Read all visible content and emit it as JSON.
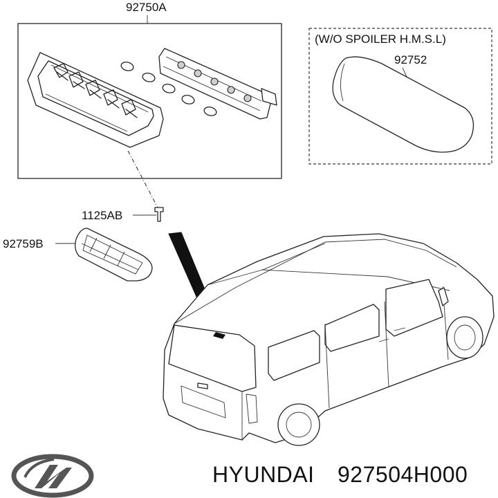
{
  "labels": {
    "assembly": "92750A",
    "variant_note": "(W/O SPOILER H.M.S.L)",
    "lens": "92752",
    "screw": "1125AB",
    "cover": "92759B"
  },
  "footer": {
    "brand": "HYUNDAI",
    "part_number": "927504H000"
  },
  "icons": {
    "logo": "hyundai-logo-icon"
  },
  "colors": {
    "line": "#222222",
    "background": "#ffffff"
  }
}
